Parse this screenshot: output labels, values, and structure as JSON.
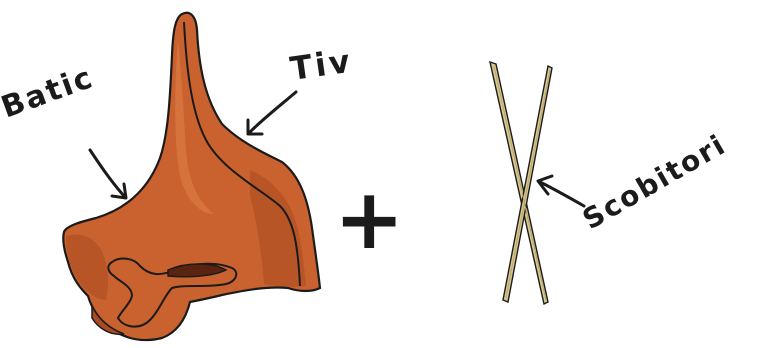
{
  "labels": {
    "nozzle": "Batic",
    "stem": "Tiv",
    "toothpicks": "Scobitori"
  },
  "operator": "+",
  "colors": {
    "clay_body": "#c9622e",
    "clay_shadow": "#a84a22",
    "clay_highlight": "#dc7a45",
    "outline": "#1b1b1b",
    "toothpick": "#d8c88f",
    "toothpick_shadow": "#b6a56c"
  }
}
